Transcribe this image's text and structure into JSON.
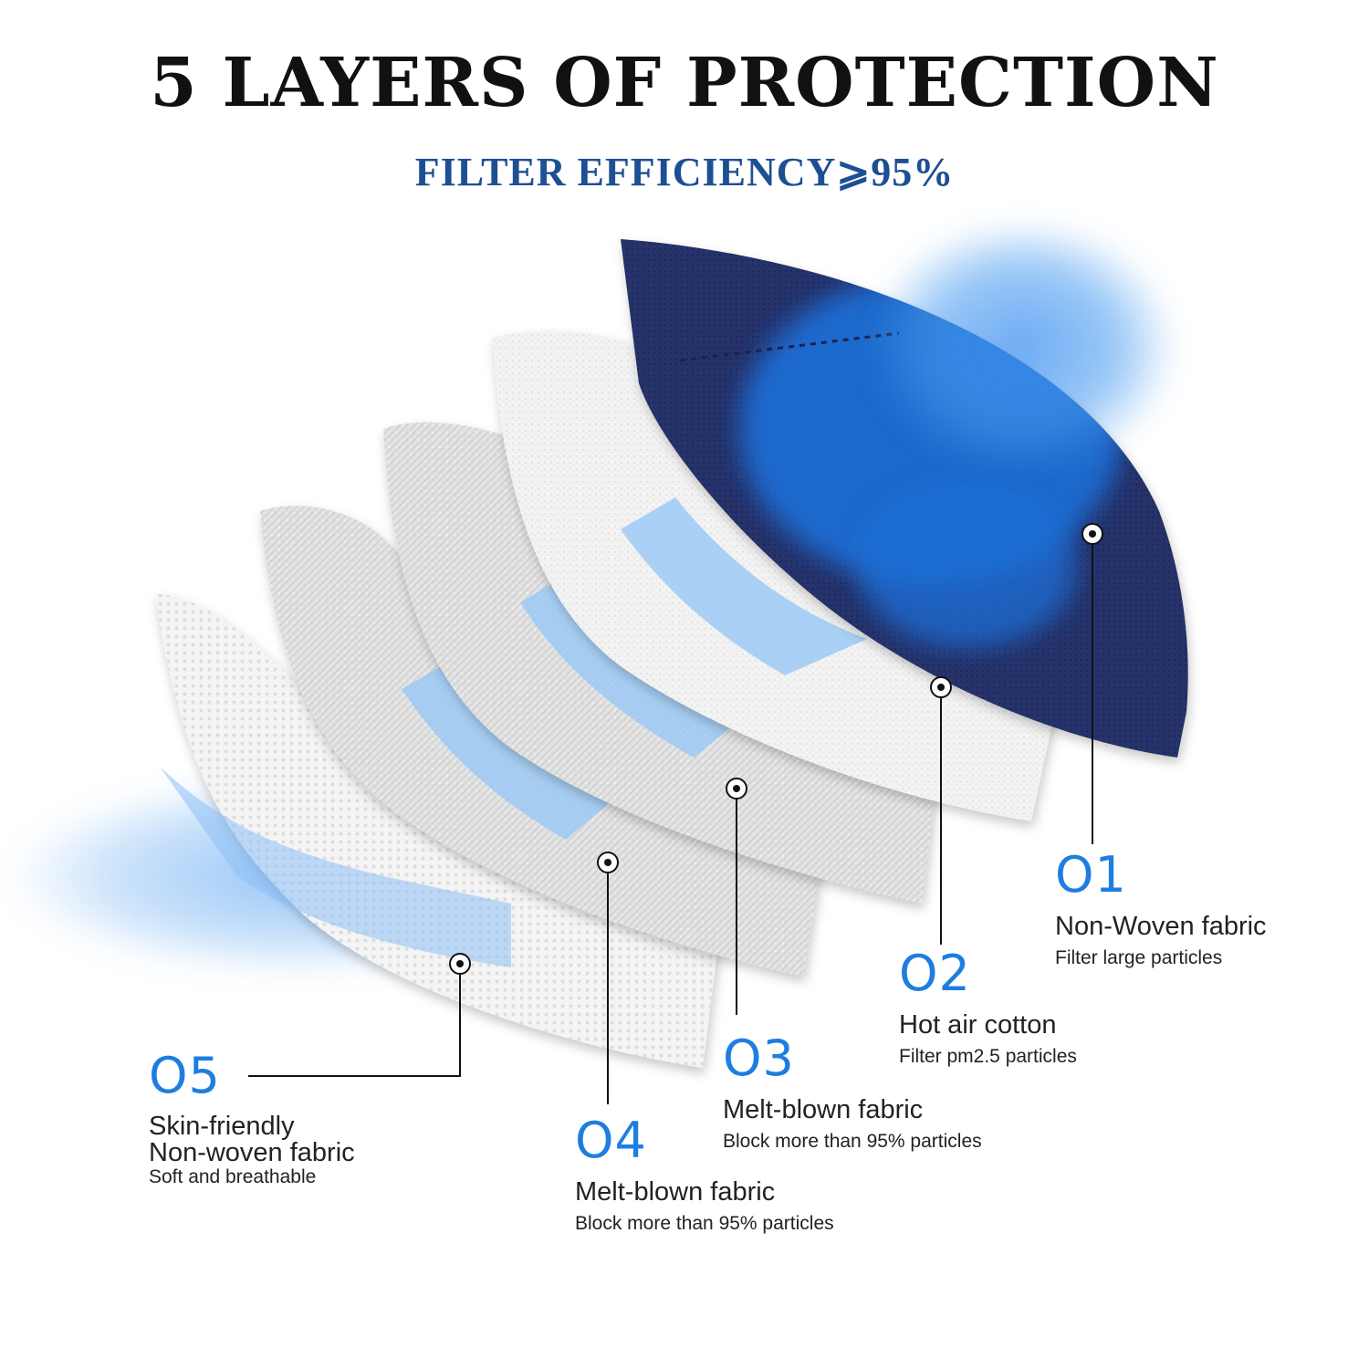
{
  "header": {
    "title": "5 LAYERS OF PROTECTION",
    "subtitle": "FILTER EFFICIENCY⩾95%"
  },
  "colors": {
    "title": "#111111",
    "subtitle": "#1d4f93",
    "layer_number": "#1e7ee0",
    "outer_layer": "#27316b",
    "airflow": "#4a9cf0",
    "inner_layers": "#e6e6e6"
  },
  "layers": [
    {
      "number": "O1",
      "name": "Non-Woven fabric",
      "description": "Filter large particles"
    },
    {
      "number": "O2",
      "name": "Hot air cotton",
      "description": "Filter pm2.5 particles"
    },
    {
      "number": "O3",
      "name": "Melt-blown fabric",
      "description": "Block more than 95% particles"
    },
    {
      "number": "O4",
      "name": "Melt-blown fabric",
      "description": "Block more than 95% particles"
    },
    {
      "number": "O5",
      "name_line1": "Skin-friendly",
      "name_line2": "Non-woven fabric",
      "description": "Soft and breathable"
    }
  ]
}
